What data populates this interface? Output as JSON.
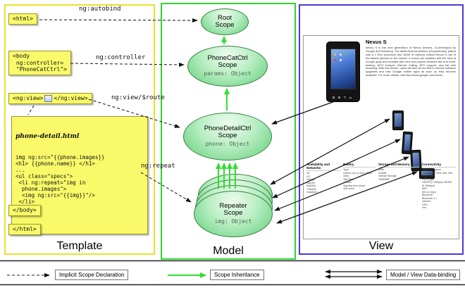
{
  "colors": {
    "template_border": "#e8e22c",
    "model_border": "#2fd32f",
    "view_border": "#4a3ad0",
    "code_box_bg": "#f9f96a",
    "scope_fill": "#5ece77",
    "inheritance_arrow": "#2ee02e"
  },
  "template": {
    "label": "Template",
    "html_open": "<html>",
    "body_open": [
      "<body",
      " ng:controller=",
      " \"PhoneCatCtrl\">"
    ],
    "ng_view_open": "<ng:view>",
    "ng_view_close": "</ng:view>",
    "code_file": {
      "title": "phone-detail.html",
      "lines": [
        "img ng:src=\"{{phone.images}}",
        "<h1> {{phone.name}} </h1>",
        "...",
        "<ul class=\"specs\">",
        " <li ng:repeat=\"img in",
        "  phone.images\">",
        "  <img ng:src=\"{{img}}\"/>",
        " </li>",
        "...",
        "</ul>"
      ]
    },
    "body_close": "</body>",
    "html_close": "</html>"
  },
  "annotations": {
    "autobind": "ng:autobind",
    "controller": "ng:controller",
    "view_route": "ng:view/$route",
    "repeat": "ng:repeat"
  },
  "model": {
    "label": "Model",
    "root_scope": {
      "name": "Root Scope"
    },
    "phonecat_scope": {
      "name": "PhoneCatCtrl Scope",
      "property": "params: Object"
    },
    "phonedetail_scope": {
      "name": "PhoneDetailCtrl Scope",
      "property": "phone: Object"
    },
    "repeater_scope": {
      "name": "Repeater Scope",
      "property": "img: Object"
    }
  },
  "view": {
    "label": "View",
    "page": {
      "title": "Nexus S",
      "intro": "Nexus S is the next generation of Nexus devices, co-developed by Google and Samsung. The latest Android platform (Gingerbread), paired with a 1 GHz processor and 16GB of memory, makes Nexus S one of the fastest phones on the market. It comes pre-installed with the best of Google apps and enabled with new and popular features like true multi-tasking, Wi-Fi hotspot, Internet Calling, NFC support, and full web browsing. With this device, users will also be the first to receive software upgrades and new Google mobile apps as soon as they become available. For more details, visit http://www.google.com/nexus.",
      "specs": [
        {
          "header": "Availability and Networks",
          "rows": [
            "3G",
            "GC",
            "Orange",
            "SingTel",
            "StarHub",
            "T-Mobile",
            "Vodafone"
          ]
        },
        {
          "header": "Battery",
          "rows": [
            "Type",
            "Lithium Ion (Li-Ion) (1500 mAh)",
            "Talk Time",
            "7 hours",
            "Standby time (max)",
            "428 hours"
          ]
        },
        {
          "header": "Storage and Memory",
          "rows": [
            "RAM",
            "512MB",
            "Internal Storage",
            "16384MB"
          ]
        },
        {
          "header": "Connectivity",
          "rows": [
            "Network Support",
            "Quad-band GSM: 850, 900, 1800, 1900",
            "HSPA type",
            "HSDPA (7.2Mbps) HSUPA (5.76Mbps)",
            "WiFi",
            "802.11 b/g/n",
            "Bluetooth",
            "Bluetooth 2.1",
            "Infrared",
            "GPS",
            "Yes"
          ]
        }
      ]
    }
  },
  "legend": {
    "implicit": "Implicit Scope Declaration",
    "inheritance": "Scope Inheritance",
    "binding": "Model / View Data-binding"
  }
}
